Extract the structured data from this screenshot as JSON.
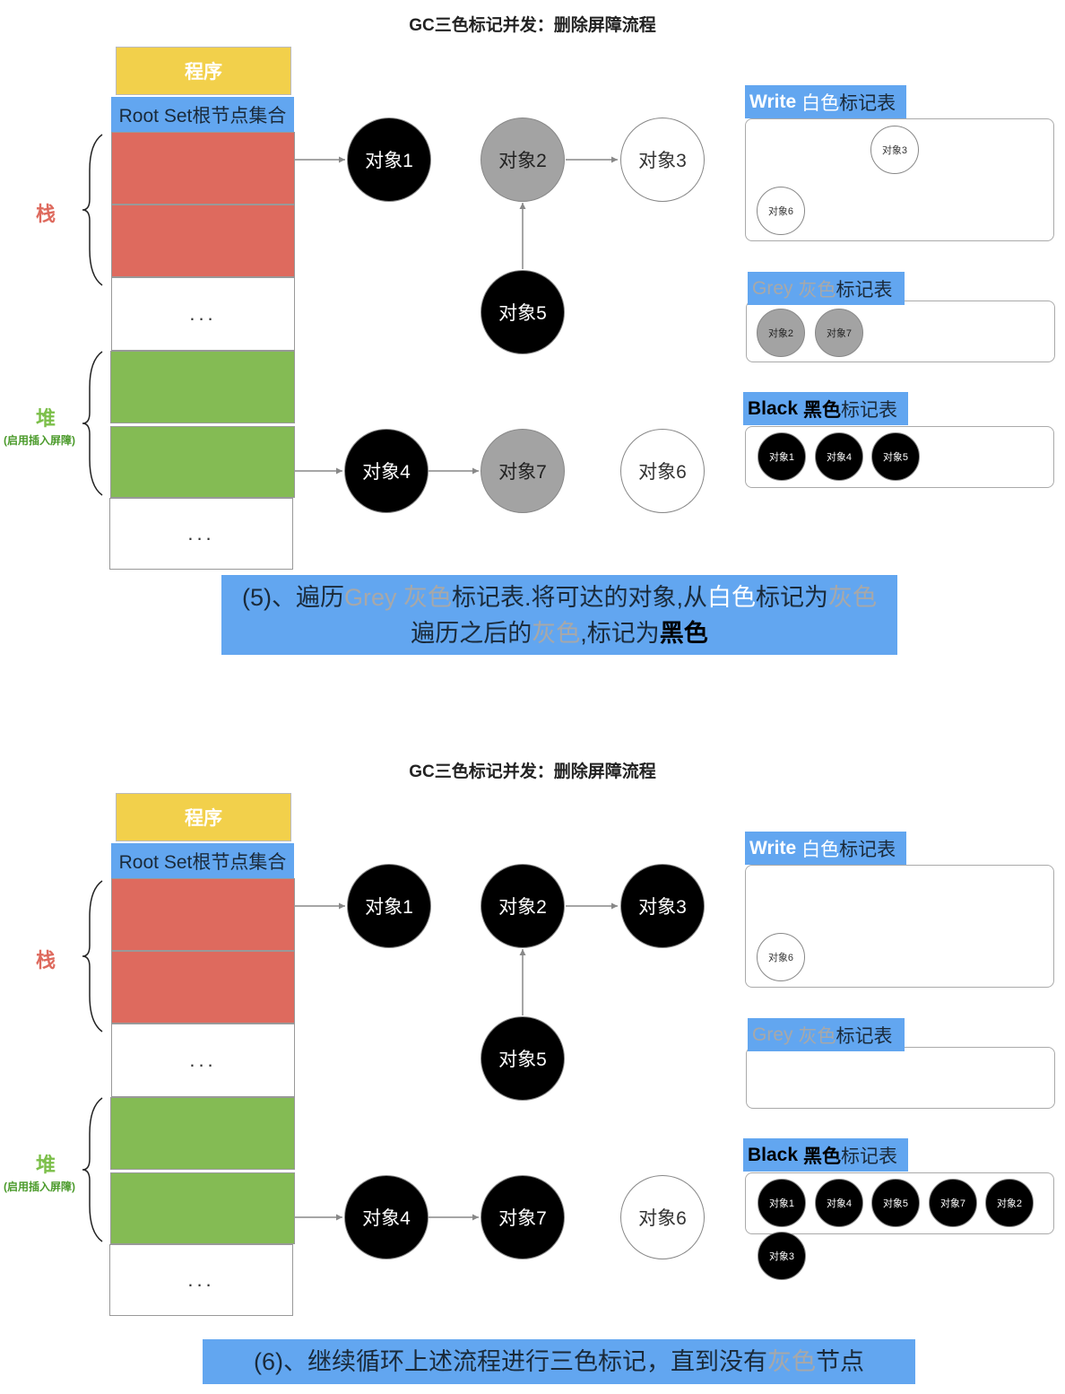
{
  "colors": {
    "program": "#f2d04b",
    "root_set": "#62a6f0",
    "stack": "#de6a5e",
    "heap": "#84bb54",
    "black": "#000000",
    "grey": "#a3a3a3",
    "white": "#ffffff"
  },
  "panels": [
    {
      "title": "GC三色标记并发：删除屏障流程",
      "program_label": "程序",
      "root_set_label": "Root Set根节点集合",
      "stack_label": "栈",
      "heap_label": "堆",
      "heap_note": "(启用插入屏障)",
      "ellipsis": "...",
      "nodes": {
        "obj1": {
          "label": "对象1",
          "color": "black"
        },
        "obj2": {
          "label": "对象2",
          "color": "grey"
        },
        "obj3": {
          "label": "对象3",
          "color": "white"
        },
        "obj5": {
          "label": "对象5",
          "color": "black"
        },
        "obj4": {
          "label": "对象4",
          "color": "black"
        },
        "obj7": {
          "label": "对象7",
          "color": "grey"
        },
        "obj6": {
          "label": "对象6",
          "color": "white"
        }
      },
      "tables": {
        "white": {
          "label_en": "Write",
          "label_color": "白色",
          "label_rest": "标记表",
          "items": [
            "对象3",
            "对象6"
          ]
        },
        "grey": {
          "label_en": "Grey",
          "label_color": "灰色",
          "label_rest": "标记表",
          "items": [
            "对象2",
            "对象7"
          ]
        },
        "black": {
          "label_en": "Black",
          "label_color": "黑色",
          "label_rest": "标记表",
          "items": [
            "对象1",
            "对象4",
            "对象5"
          ]
        }
      },
      "caption": [
        [
          {
            "t": "(5)、遍历",
            "c": "#1a2a3a"
          },
          {
            "t": "Grey 灰色",
            "c": "#a8a8a8"
          },
          {
            "t": "标记表.将可达的对象,从",
            "c": "#1a2a3a"
          },
          {
            "t": "白色",
            "c": "#ffffff"
          },
          {
            "t": "标记为",
            "c": "#1a2a3a"
          },
          {
            "t": "灰色",
            "c": "#a8a8a8"
          }
        ],
        [
          {
            "t": "遍历之后的",
            "c": "#1a2a3a"
          },
          {
            "t": "灰色",
            "c": "#a8a8a8"
          },
          {
            "t": ",标记为",
            "c": "#1a2a3a"
          },
          {
            "t": "黑色",
            "c": "#000000",
            "b": true
          }
        ]
      ]
    },
    {
      "title": "GC三色标记并发：删除屏障流程",
      "program_label": "程序",
      "root_set_label": "Root Set根节点集合",
      "stack_label": "栈",
      "heap_label": "堆",
      "heap_note": "(启用插入屏障)",
      "ellipsis": "...",
      "nodes": {
        "obj1": {
          "label": "对象1",
          "color": "black"
        },
        "obj2": {
          "label": "对象2",
          "color": "black"
        },
        "obj3": {
          "label": "对象3",
          "color": "black"
        },
        "obj5": {
          "label": "对象5",
          "color": "black"
        },
        "obj4": {
          "label": "对象4",
          "color": "black"
        },
        "obj7": {
          "label": "对象7",
          "color": "black"
        },
        "obj6": {
          "label": "对象6",
          "color": "white"
        }
      },
      "tables": {
        "white": {
          "label_en": "Write",
          "label_color": "白色",
          "label_rest": "标记表",
          "items": [
            "对象6"
          ]
        },
        "grey": {
          "label_en": "Grey",
          "label_color": "灰色",
          "label_rest": "标记表",
          "items": []
        },
        "black": {
          "label_en": "Black",
          "label_color": "黑色",
          "label_rest": "标记表",
          "items": [
            "对象1",
            "对象4",
            "对象5",
            "对象7",
            "对象2",
            "对象3"
          ]
        }
      },
      "caption": [
        [
          {
            "t": "(6)、继续循环上述流程进行三色标记，直到没有",
            "c": "#1a2a3a"
          },
          {
            "t": "灰色",
            "c": "#a8a8a8"
          },
          {
            "t": "节点",
            "c": "#1a2a3a"
          }
        ]
      ]
    }
  ]
}
